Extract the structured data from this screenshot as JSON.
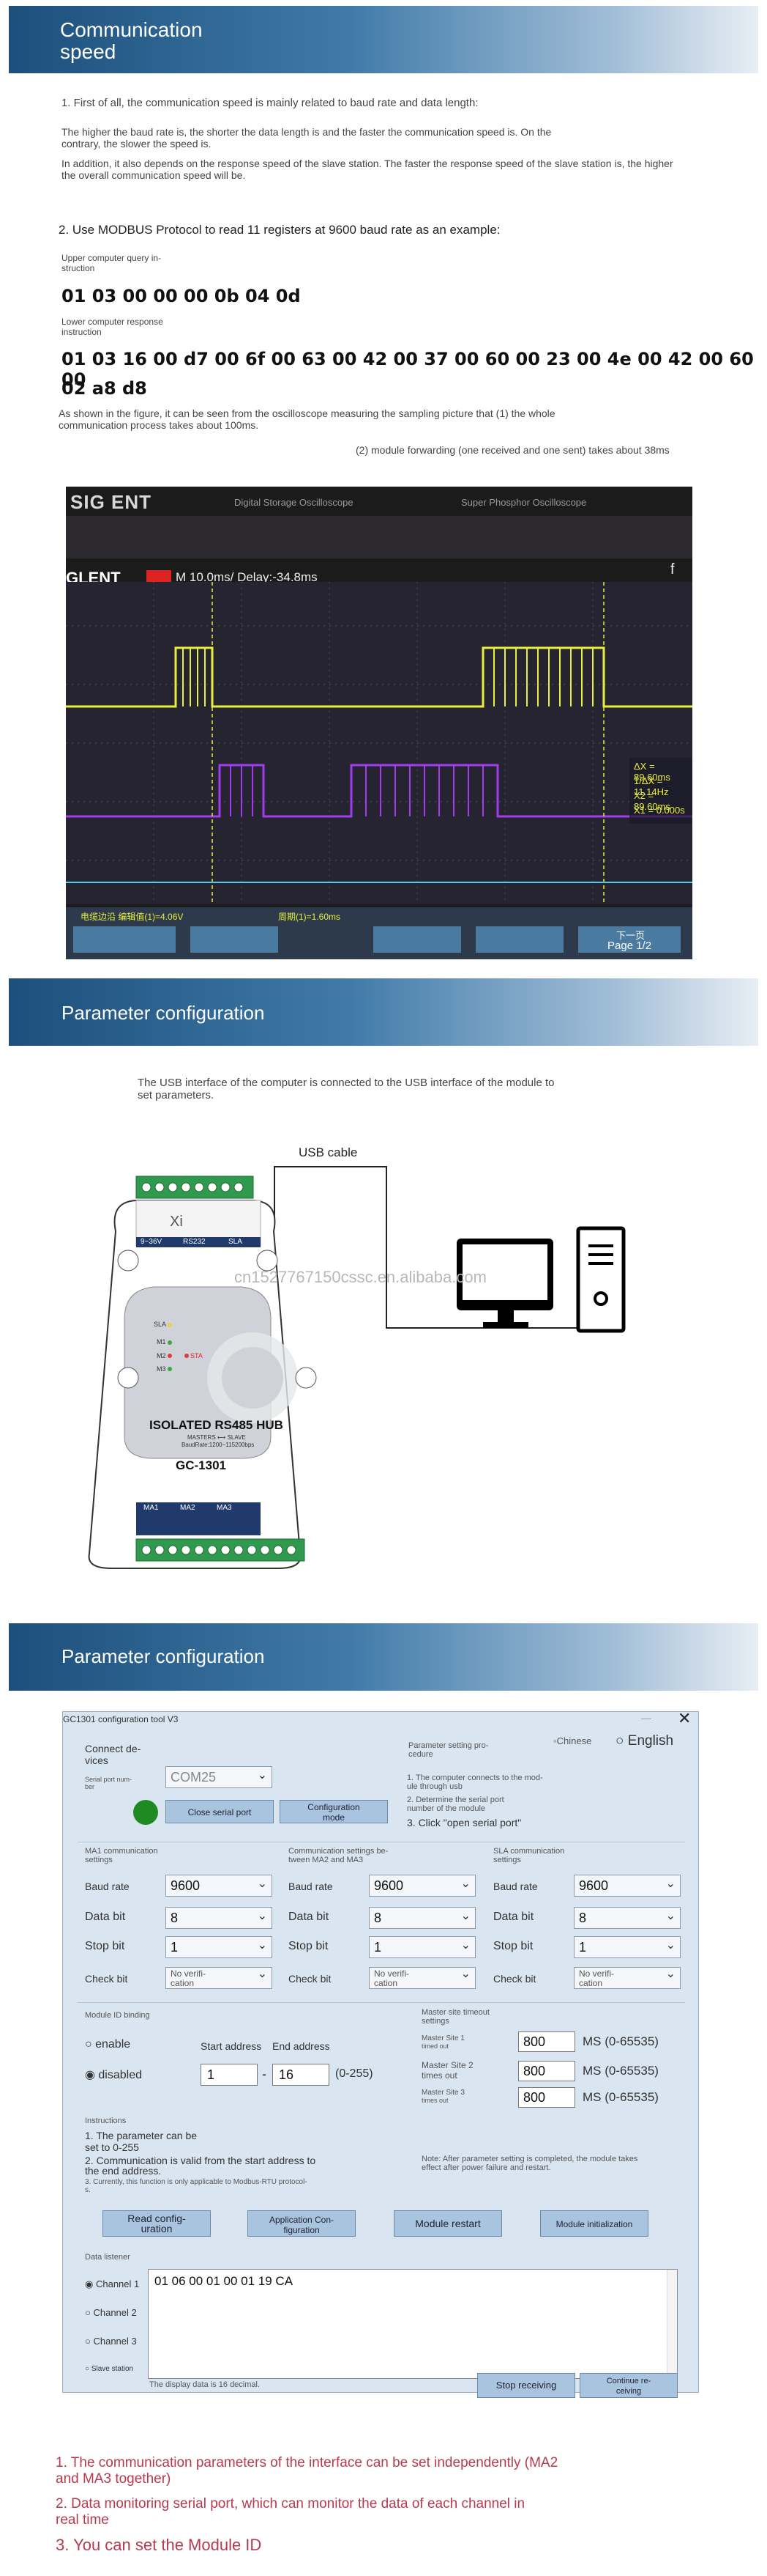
{
  "section1": {
    "title_line1": "Communication",
    "title_line2": "speed",
    "intro": "1. First of all, the communication speed is mainly related to baud rate and data length:",
    "para1_line1": "The higher the baud rate is, the shorter the data length is and the faster the communication speed is. On the",
    "para1_line2": "contrary, the slower the speed is.",
    "para2_line1": "In addition, it also depends on the response speed of the slave station. The faster the response speed of the slave station is, the higher",
    "para2_line2": "the overall communication speed will be.",
    "example": "2. Use MODBUS Protocol to read 11 registers at 9600 baud rate as an example:",
    "query_label_line1": "Upper computer query in-",
    "query_label_line2": "struction",
    "query_hex": "01 03 00 00 00 0b 04 0d",
    "response_label_line1": "Lower computer response",
    "response_label_line2": "instruction",
    "response_hex_line1": "01 03 16 00 d7 00 6f 00 63 00 42 00 37 00 60 00 23 00 4e 00 42 00 60 00",
    "response_hex_line2": "02 a8 d8",
    "osc_note_line1": "As shown in the figure, it can be seen from the oscilloscope measuring the sampling picture that (1) the whole",
    "osc_note_line2": "communication process takes about 100ms.",
    "forward_note": "(2) module forwarding (one received and one sent) takes about 38ms"
  },
  "scope": {
    "brand": "SIG ENT",
    "header_text": "Digital Storage Oscilloscope",
    "header_right": "Super Phosphor Oscilloscope",
    "logo": "GLENT",
    "timebase": "M 10.0ms/ Delay:-34.8ms",
    "f_label": "f",
    "dx": "ΔX = 89.60ms",
    "inv_dx": "1/ΔX = 11.14Hz",
    "x2": "X2 = 89.60ms",
    "x1": "X1 = 0.000s",
    "bottom_left": "电缆边沿 编辑值(1)=4.06V",
    "bottom_mid": "周期(1)=1.60ms",
    "page": "Page 1/2",
    "next": "下一页"
  },
  "section2": {
    "title": "Parameter configuration",
    "desc_line1": "The USB interface of the computer is connected to the USB interface of the module to",
    "desc_line2": "set parameters.",
    "usb_label": "USB cable",
    "watermark": "cn1527767150cssc.en.alibaba.com",
    "module": {
      "power": "9~36V",
      "rs232": "RS232",
      "sla": "SLA",
      "name": "ISOLATED RS485 HUB",
      "sub1": "MASTERS ⟷ SLAVE",
      "sub2": "BaudRate:1200~115200bps",
      "model": "GC-1301",
      "brand": "Xi",
      "led_sla": "SLA",
      "led_m1": "M1",
      "led_m2": "M2",
      "led_m3": "M3",
      "led_sta": "STA",
      "ma1": "MA1",
      "ma2": "MA2",
      "ma3": "MA3"
    }
  },
  "section3": {
    "title": "Parameter configuration"
  },
  "tool": {
    "window_title": "GC1301 configuration tool V3",
    "lang_cn": "Chinese",
    "lang_en": "English",
    "connect_label_line1": "Connect de-",
    "connect_label_line2": "vices",
    "serial_label_line1": "Serial port num-",
    "serial_label_line2": "ber",
    "com_port": "COM25",
    "close_serial": "Close serial port",
    "config_mode_line1": "Configuration",
    "config_mode_line2": "mode",
    "proc_title_line1": "Parameter setting pro-",
    "proc_title_line2": "cedure",
    "proc1_line1": "1. The computer connects to the mod-",
    "proc1_line2": "ule through usb",
    "proc2_line1": "2. Determine the serial port",
    "proc2_line2": "number of the module",
    "proc3": "3. Click \"open serial port\"",
    "ma1_title_line1": "MA1 communication",
    "ma1_title_line2": "settings",
    "ma23_title_line1": "Communication settings be-",
    "ma23_title_line2": "tween MA2 and MA3",
    "sla_title_line1": "SLA communication",
    "sla_title_line2": "settings",
    "baud_label": "Baud rate",
    "data_label": "Data bit",
    "stop_label": "Stop bit",
    "check_label": "Check bit",
    "baud": "9600",
    "data_bit": "8",
    "stop_bit": "1",
    "check_line1": "No verifi-",
    "check_line2": "cation",
    "id_title": "Module ID binding",
    "enable": "enable",
    "disabled": "disabled",
    "start_label": "Start address",
    "end_label": "End address",
    "start_val": "1",
    "end_val": "16",
    "range": "(0-255)",
    "timeout_title_line1": "Master site timeout",
    "timeout_title_line2": "settings",
    "ms1_line1": "Master Site 1",
    "ms1_line2": "timed out",
    "ms2_line1": "Master Site 2",
    "ms2_line2": "times out",
    "ms3_line1": "Master Site 3",
    "ms3_line2": "times out",
    "timeout_val": "800",
    "ms_range": "MS (0-65535)",
    "instr_title": "Instructions",
    "instr1_line1": "1. The parameter can be",
    "instr1_line2": "set to 0-255",
    "instr2_line1": "2. Communication is valid from the start address to",
    "instr2_line2": "the end address.",
    "instr3_line1": "3. Currently, this function is only applicable to Modbus-RTU protocol-",
    "instr3_line2": "s.",
    "note_line1": "Note: After parameter setting is completed, the module takes",
    "note_line2": "effect after power failure and restart.",
    "read_cfg_line1": "Read config-",
    "read_cfg_line2": "uration",
    "app_cfg_line1": "Application Con-",
    "app_cfg_line2": "figuration",
    "restart": "Module restart",
    "init": "Module initialization",
    "listener_title": "Data listener",
    "ch1": "Channel 1",
    "ch2": "Channel 2",
    "ch3": "Channel 3",
    "ch4": "Slave station",
    "data": "01 06 00 01 00 01 19 CA",
    "decimal_note": "The display data is 16 decimal.",
    "stop_recv": "Stop receiving",
    "continue_line1": "Continue re-",
    "continue_line2": "ceiving"
  },
  "features": {
    "f1_line1": "1. The communication parameters of the interface can be set independently (MA2",
    "f1_line2": "and MA3 together)",
    "f2_line1": "2. Data monitoring serial port, which can monitor the data of each channel in",
    "f2_line2": "real time",
    "f3": "3. You can set the Module ID"
  },
  "colors": {
    "banner_dark": "#1d4f7b",
    "accent_red": "#b73a4e",
    "scope_yellow": "#e8ee3c",
    "scope_purple": "#a23cf0",
    "scope_cyan": "#56c8e8"
  }
}
